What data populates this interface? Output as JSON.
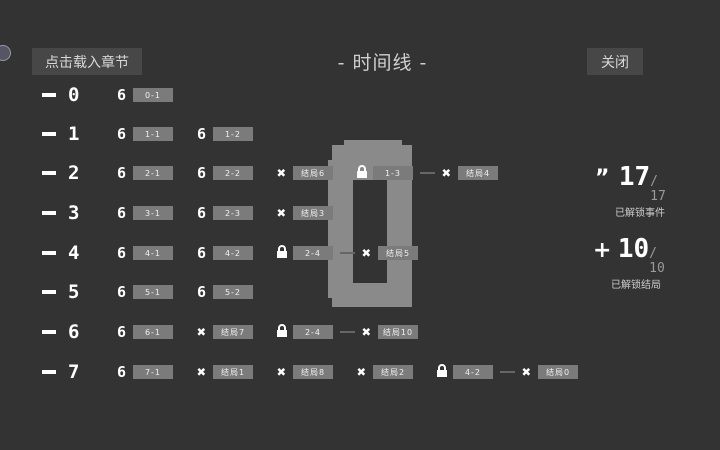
{
  "header": {
    "load_button": "点击载入章节",
    "title": "- 时间线 -",
    "close_button": "关闭"
  },
  "rows": [
    {
      "chapter": "0",
      "items": [
        {
          "icon": "6",
          "label": "0-1"
        }
      ]
    },
    {
      "chapter": "1",
      "items": [
        {
          "icon": "6",
          "label": "1-1"
        },
        {
          "icon": "6",
          "label": "1-2"
        }
      ]
    },
    {
      "chapter": "2",
      "items": [
        {
          "icon": "6",
          "label": "2-1"
        },
        {
          "icon": "6",
          "label": "2-2"
        },
        {
          "icon": "x",
          "label": "结局6"
        },
        {
          "pair": [
            {
              "icon": "lock",
              "label": "1-3"
            },
            {
              "icon": "x",
              "label": "结局4"
            }
          ]
        }
      ]
    },
    {
      "chapter": "3",
      "items": [
        {
          "icon": "6",
          "label": "3-1"
        },
        {
          "icon": "6",
          "label": "2-3"
        },
        {
          "icon": "x",
          "label": "结局3"
        }
      ]
    },
    {
      "chapter": "4",
      "items": [
        {
          "icon": "6",
          "label": "4-1"
        },
        {
          "icon": "6",
          "label": "4-2"
        },
        {
          "pair": [
            {
              "icon": "lock",
              "label": "2-4"
            },
            {
              "icon": "x",
              "label": "结局5"
            }
          ]
        }
      ]
    },
    {
      "chapter": "5",
      "items": [
        {
          "icon": "6",
          "label": "5-1"
        },
        {
          "icon": "6",
          "label": "5-2"
        }
      ]
    },
    {
      "chapter": "6",
      "items": [
        {
          "icon": "6",
          "label": "6-1"
        },
        {
          "icon": "x",
          "label": "结局7"
        },
        {
          "pair": [
            {
              "icon": "lock",
              "label": "2-4"
            },
            {
              "icon": "x",
              "label": "结局10"
            }
          ]
        }
      ]
    },
    {
      "chapter": "7",
      "items": [
        {
          "icon": "6",
          "label": "7-1"
        },
        {
          "icon": "x",
          "label": "结局1"
        },
        {
          "icon": "x",
          "label": "结局8"
        },
        {
          "icon": "x",
          "label": "结局2"
        },
        {
          "pair": [
            {
              "icon": "lock",
              "label": "4-2"
            },
            {
              "icon": "x",
              "label": "结局0"
            }
          ]
        }
      ]
    }
  ],
  "stats": {
    "events": {
      "unlocked": "17",
      "total": "/ 17",
      "label": "已解锁事件"
    },
    "endings": {
      "unlocked": "10",
      "total": "/ 10",
      "label": "已解锁结局"
    }
  }
}
